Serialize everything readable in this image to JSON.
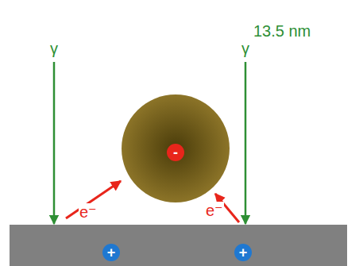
{
  "diagram": {
    "nodes": [
      {
        "text": [
          "-"
        ]
      },
      {
        "text": [
          "+"
        ]
      },
      {
        "text": [
          "+"
        ]
      }
    ],
    "labels": [
      "γ",
      "γ",
      "13.5 nm",
      "e⁻",
      "e⁻"
    ]
  }
}
